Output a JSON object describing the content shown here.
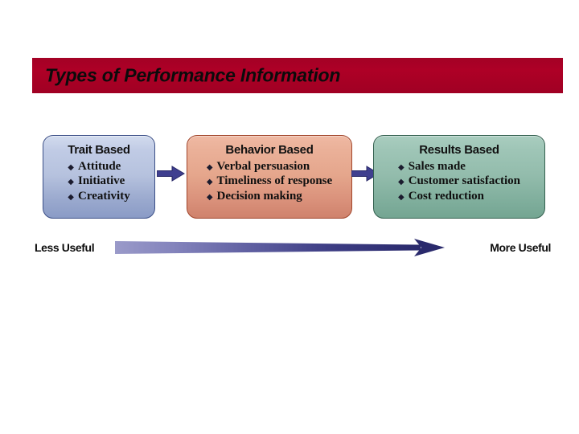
{
  "slide": {
    "title": "Types of Performance Information",
    "banner_color": "#a80025",
    "background_color": "#ffffff"
  },
  "diagram": {
    "type": "process-flow",
    "boxes": [
      {
        "id": "trait",
        "title": "Trait Based",
        "fill_color": "#b6c2de",
        "border_color": "#3b4f87",
        "items": [
          "Attitude",
          "Initiative",
          "Creativity"
        ]
      },
      {
        "id": "behavior",
        "title": "Behavior Based",
        "fill_color": "#e5a68c",
        "border_color": "#a1452b",
        "items": [
          "Verbal persuasion",
          "Timeliness of response",
          "Decision making"
        ]
      },
      {
        "id": "results",
        "title": "Results Based",
        "fill_color": "#93bcac",
        "border_color": "#33604f",
        "items": [
          "Sales made",
          "Customer satisfaction",
          "Cost reduction"
        ]
      }
    ],
    "connectors": [
      {
        "id": "trait-to-behavior",
        "icon": "arrow-right-icon",
        "color": "#3b3b8c"
      },
      {
        "id": "behavior-to-results",
        "icon": "arrow-right-icon",
        "color": "#3b3b8c"
      }
    ],
    "scale": {
      "left_label": "Less Useful",
      "right_label": "More Useful",
      "arrow_icon": "gradient-arrow-right-icon",
      "gradient_start_color": "#8d8dc2",
      "gradient_end_color": "#2b2b6e",
      "direction": "left-to-right"
    },
    "bullet_glyph": "◆"
  }
}
